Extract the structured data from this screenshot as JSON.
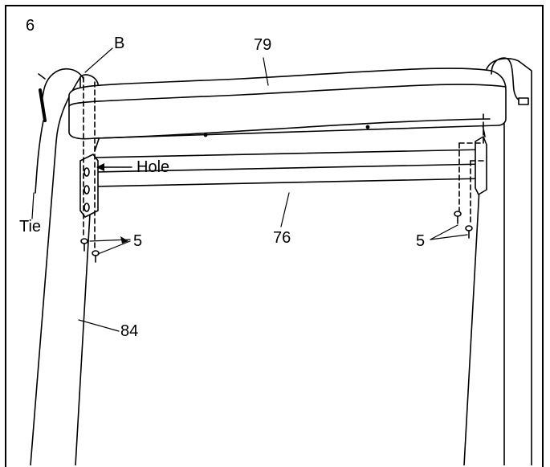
{
  "step": {
    "number": "6"
  },
  "callouts": {
    "cable": "B",
    "crossbar_cover": "79",
    "bracket_hole": "Hole",
    "wire_tie": "Tie",
    "crossbar": "76",
    "screws_left": "5",
    "screws_right": "5",
    "upright": "84"
  },
  "colors": {
    "line": "#000000",
    "fill": "#ffffff"
  }
}
